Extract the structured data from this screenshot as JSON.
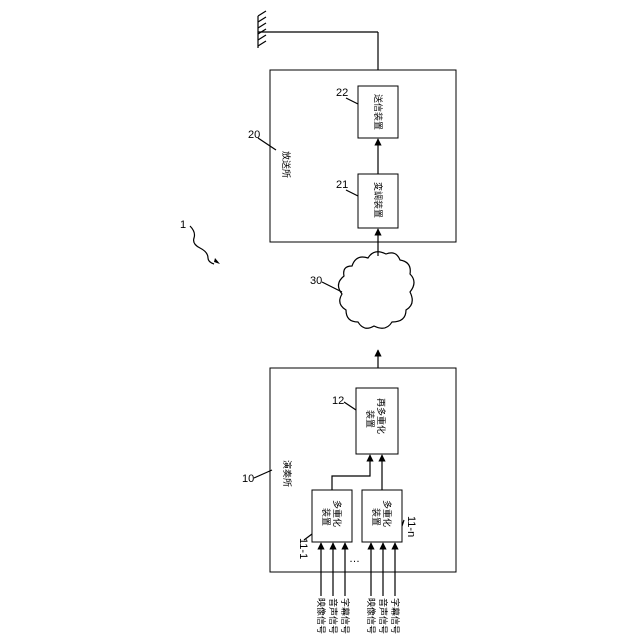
{
  "figure_number": "1",
  "broadcast_station": {
    "ref": "20",
    "label": "放送所",
    "modulator": {
      "ref": "21",
      "label": "変調装置"
    },
    "transmitter": {
      "ref": "22",
      "label": "送信装置"
    }
  },
  "network": {
    "ref": "30"
  },
  "venue": {
    "ref": "10",
    "label": "演奏所",
    "remultiplexer": {
      "ref": "12",
      "label_line1": "再多重化",
      "label_line2": "装置"
    },
    "multiplexers": [
      {
        "ref": "11-1",
        "label_line1": "多重化",
        "label_line2": "装置"
      },
      {
        "ref": "11-n",
        "label_line1": "多重化",
        "label_line2": "装置"
      }
    ],
    "ellipsis": "…"
  },
  "inputs": {
    "group1": [
      "映像信号",
      "音声信号",
      "字幕信号"
    ],
    "group2": [
      "映像信号",
      "音声信号",
      "字幕信号"
    ]
  }
}
